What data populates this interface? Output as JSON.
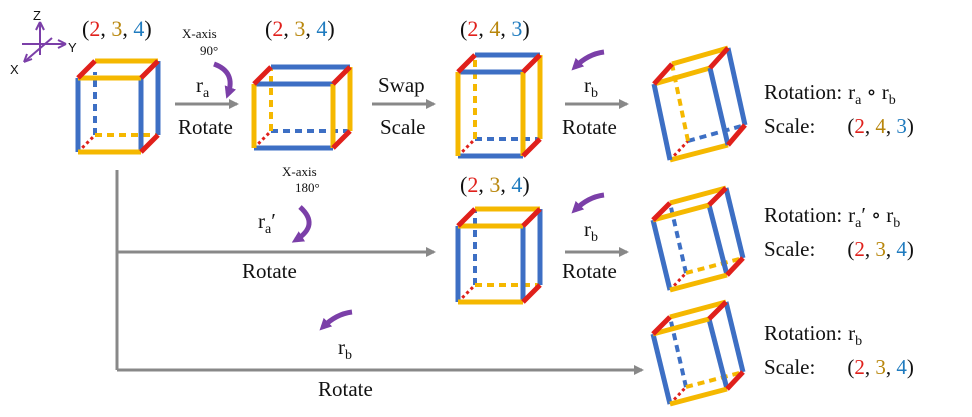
{
  "colors": {
    "red": "#e0201b",
    "yellow": "#f5b800",
    "blue": "#3d6fc4",
    "purple": "#7b3fa8",
    "gray": "#888888",
    "num_red": "#e0201b",
    "num_gold": "#b8860b",
    "num_blue": "#1f7bbf"
  },
  "axes_icon": {
    "z": "Z",
    "y": "Y",
    "x": "X"
  },
  "triples": {
    "a": [
      "2",
      "3",
      "4"
    ],
    "b": [
      "2",
      "3",
      "4"
    ],
    "c": [
      "2",
      "4",
      "3"
    ],
    "d": [
      "2",
      "3",
      "4"
    ]
  },
  "arrows": {
    "ra": {
      "sym": "r",
      "sub": "a",
      "label": "Rotate",
      "axis": "X-axis",
      "angle": "90°"
    },
    "swap": {
      "top": "Swap",
      "bottom": "Scale"
    },
    "rb1": {
      "sym": "r",
      "sub": "b",
      "label": "Rotate"
    },
    "ra2": {
      "sym": "r",
      "sub": "a",
      "prime": "′",
      "label": "Rotate",
      "axis": "X-axis",
      "angle": "180°"
    },
    "rb2": {
      "sym": "r",
      "sub": "b",
      "label": "Rotate"
    },
    "rb3": {
      "sym": "r",
      "sub": "b",
      "label": "Rotate"
    }
  },
  "results": [
    {
      "rot_label": "Rotation:",
      "rot_expr": "r",
      "rot_sub": "a",
      "rot_prime": "",
      "op": "∘",
      "rot2": "r",
      "rot2_sub": "b",
      "scale_label": "Scale:",
      "scale": [
        "2",
        "4",
        "3"
      ]
    },
    {
      "rot_label": "Rotation:",
      "rot_expr": "r",
      "rot_sub": "a",
      "rot_prime": "′",
      "op": "∘",
      "rot2": "r",
      "rot2_sub": "b",
      "scale_label": "Scale:",
      "scale": [
        "2",
        "3",
        "4"
      ]
    },
    {
      "rot_label": "Rotation:",
      "rot_expr": "r",
      "rot_sub": "b",
      "rot_prime": "",
      "op": "",
      "rot2": "",
      "rot2_sub": "",
      "scale_label": "Scale:",
      "scale": [
        "2",
        "3",
        "4"
      ]
    }
  ]
}
